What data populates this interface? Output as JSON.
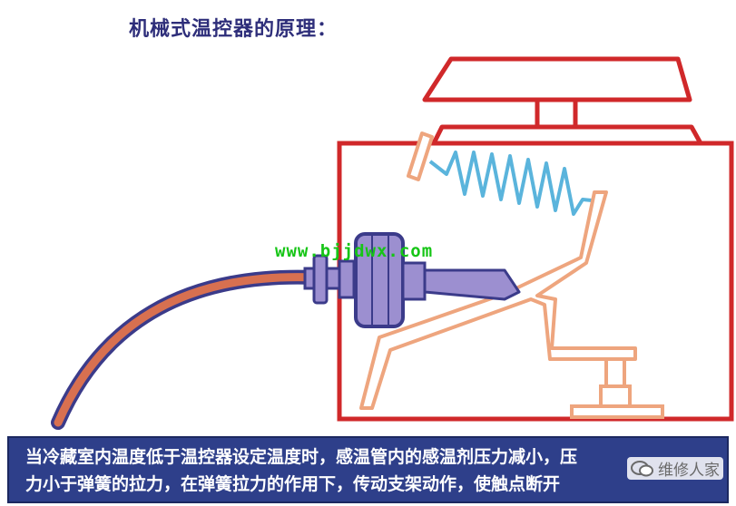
{
  "title": "机械式温控器的原理：",
  "watermark": "www.bjjdwx.com",
  "caption": {
    "line1": "当冷藏室内温度低于温控器设定温度时，感温管内的感温剂压力减小，压",
    "line2": "力小于弹簧的拉力，在弹簧拉力的作用下，传动支架动作，使触点断开"
  },
  "logo": {
    "text": "维修人家",
    "icon": "wechat-icon"
  },
  "colors": {
    "frame": "#d0282a",
    "spring": "#5ab4dc",
    "lever": "#eea57e",
    "bellows_fill": "#9c8fd0",
    "outline": "#3b3b8a",
    "tube": "#d87050",
    "caption_bg": "#2e3f8a",
    "title": "#2e2e7a",
    "watermark": "#16c516"
  }
}
